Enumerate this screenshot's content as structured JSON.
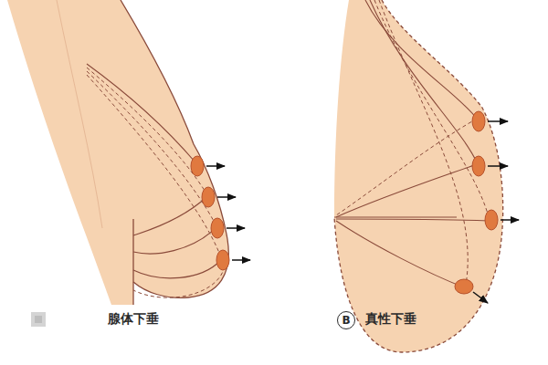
{
  "diagram": {
    "labels": [
      "腺体下垂",
      "B",
      "真性下垂"
    ]
  }
}
